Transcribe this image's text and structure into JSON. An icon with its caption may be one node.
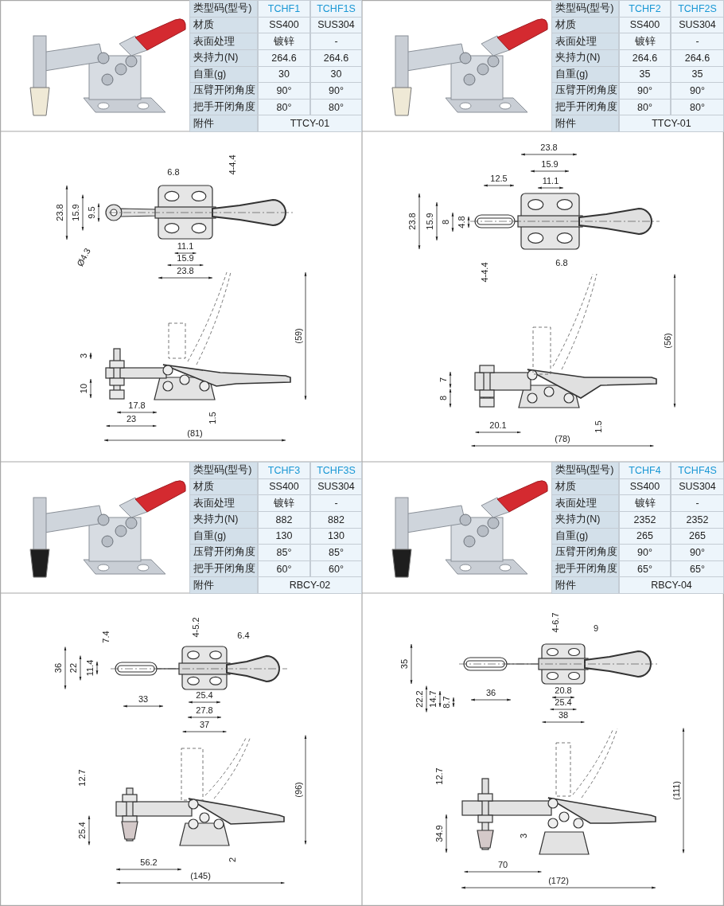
{
  "diagram": {
    "labels": [
      "类型码(型号)",
      "TCHF1",
      "TCHF1S",
      "材质",
      "SS400",
      "SUS304",
      "表面处理",
      "镀锌",
      "-",
      "夹持力(N)",
      "264.6",
      "264.6",
      "自重(g)",
      "30",
      "30",
      "压臂开闭角度",
      "90°",
      "90°",
      "把手开闭角度",
      "80°",
      "80°",
      "附件",
      "TTCY-01",
      "类型码(型号)",
      "TCHF2",
      "TCHF2S",
      "材质",
      "SS400",
      "SUS304",
      "表面处理",
      "镀锌",
      "-",
      "夹持力(N)",
      "264.6",
      "264.6",
      "自重(g)",
      "35",
      "35",
      "压臂开闭角度",
      "90°",
      "90°",
      "把手开闭角度",
      "80°",
      "80°",
      "附件",
      "TTCY-01",
      "6.8",
      "4-4.4",
      "23.8",
      "15.9",
      "9.5",
      "Ø4.3",
      "11.1",
      "15.9",
      "23.8",
      "(59)",
      "3",
      "10",
      "17.8",
      "23",
      "1.5",
      "(81)",
      "23.8",
      "15.9",
      "12.5",
      "11.1",
      "23.8",
      "15.9",
      "8",
      "4.8",
      "6.8",
      "4-4.4",
      "(56)",
      "7",
      "8",
      "20.1",
      "1.5",
      "(78)",
      "类型码(型号)",
      "TCHF3",
      "TCHF3S",
      "材质",
      "SS400",
      "SUS304",
      "表面处理",
      "镀锌",
      "-",
      "夹持力(N)",
      "882",
      "882",
      "自重(g)",
      "130",
      "130",
      "压臂开闭角度",
      "85°",
      "85°",
      "把手开闭角度",
      "60°",
      "60°",
      "附件",
      "RBCY-02",
      "类型码(型号)",
      "TCHF4",
      "TCHF4S",
      "材质",
      "SS400",
      "SUS304",
      "表面处理",
      "镀锌",
      "-",
      "夹持力(N)",
      "2352",
      "2352",
      "自重(g)",
      "265",
      "265",
      "压臂开闭角度",
      "90°",
      "90°",
      "把手开闭角度",
      "65°",
      "65°",
      "附件",
      "RBCY-04",
      "4-5.2",
      "7.4",
      "6.4",
      "36",
      "22",
      "11.4",
      "33",
      "25.4",
      "27.8",
      "37",
      "12.7",
      "(96)",
      "25.4",
      "2",
      "56.2",
      "(145)",
      "4-6.7",
      "9",
      "35",
      "36",
      "22.2",
      "14.7",
      "8.7",
      "20.8",
      "25.4",
      "38",
      "12.7",
      "(111)",
      "34.9",
      "3",
      "70",
      "(172)"
    ]
  }
}
